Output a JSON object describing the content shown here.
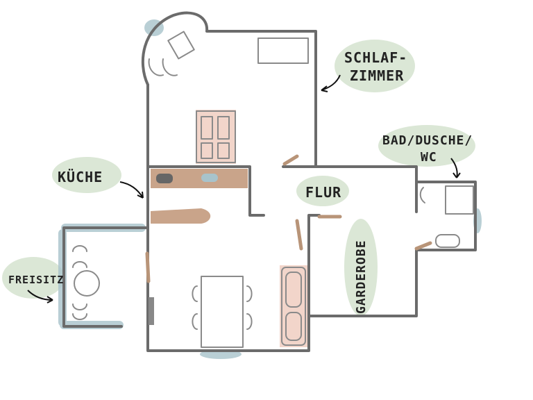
{
  "labels": {
    "schlafzimmer_1": "SCHLAF-",
    "schlafzimmer_2": "ZIMMER",
    "bad_1": "BAD/DUSCHE/",
    "bad_2": "WC",
    "kueche": "KÜCHE",
    "flur": "FLUR",
    "freisitz": "FREISITZ",
    "garderobe": "GARDEROBE"
  },
  "colors": {
    "wall": "#6b6b6b",
    "wood": "#c9a48a",
    "pink": "#f2d5ca",
    "green": "#dbe7d6",
    "blue": "#a8c3cb"
  }
}
